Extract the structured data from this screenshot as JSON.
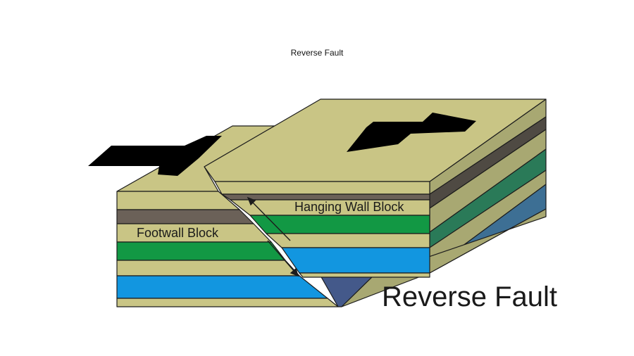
{
  "slide": {
    "title": "Reverse Fault"
  },
  "diagram": {
    "labels": {
      "hanging_wall": "Hanging Wall Block",
      "footwall": "Footwall Block",
      "caption": "Reverse Fault"
    },
    "colors": {
      "tan": "#c9c585",
      "brown": "#6b6158",
      "green": "#129844",
      "blue": "#1296e0",
      "outline": "#1c1c1c"
    }
  }
}
